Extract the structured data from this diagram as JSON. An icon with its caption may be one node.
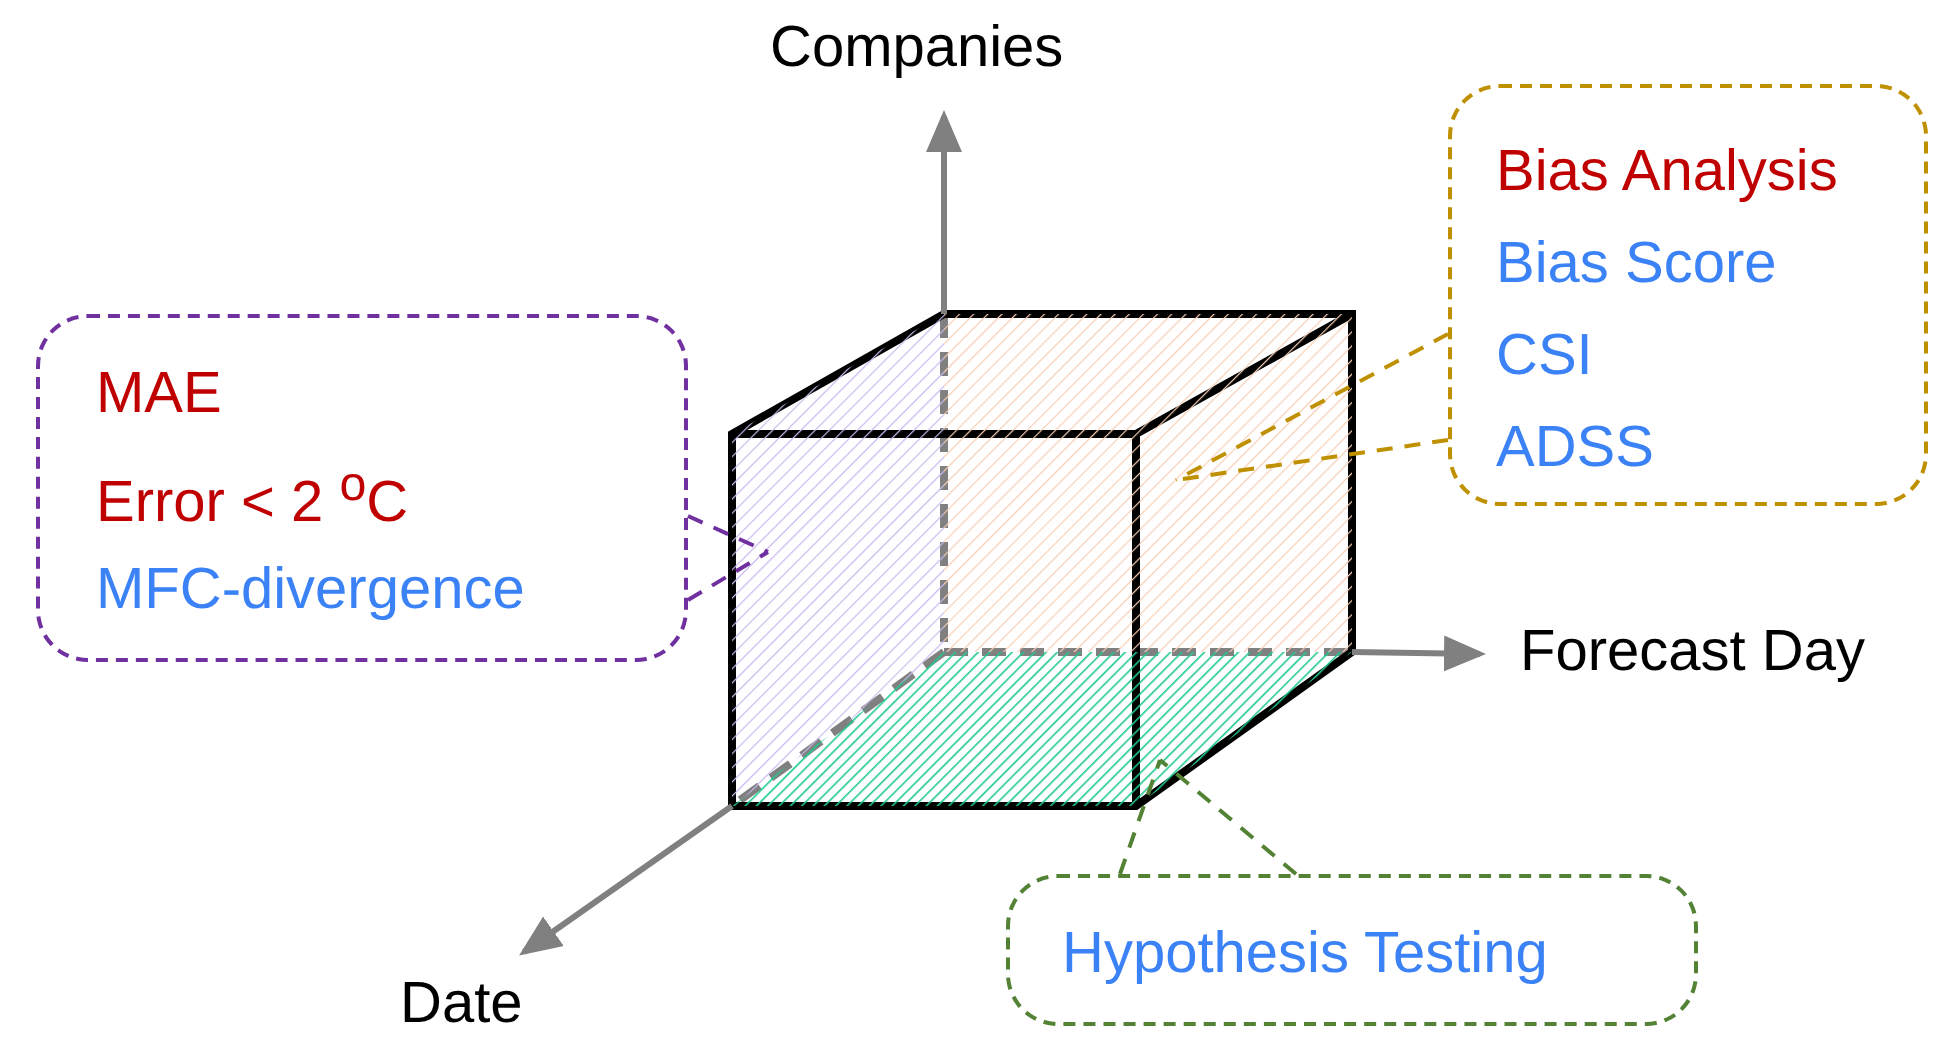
{
  "diagram": {
    "nodes": [
      {
        "text": [
          "MAE",
          "Error < 2 $^{o}$C",
          "MFC-divergence"
        ]
      },
      {
        "text": [
          "Bias Analysis",
          "Bias Score",
          "CSI",
          "ADSS"
        ]
      },
      {
        "text": [
          "Hypothesis Testing"
        ]
      },
      {
        "text": [],
        "shape": "parallelogram"
      },
      {
        "text": [],
        "shape": "box"
      },
      {
        "text": [],
        "shape": "parallelogram"
      }
    ],
    "edges": [
      {
        "from": 0,
        "to": 3,
        "arrow": "none",
        "style": "dashed",
        "color": "#7030a0"
      },
      {
        "from": 1,
        "to": 4,
        "arrow": "none",
        "style": "dashed",
        "color": "#bf9000"
      },
      {
        "from": 2,
        "to": 5,
        "arrow": "none",
        "style": "dashed",
        "color": "#548235"
      }
    ],
    "labels": [
      "Companies",
      "Forecast Day",
      "Date"
    ]
  }
}
